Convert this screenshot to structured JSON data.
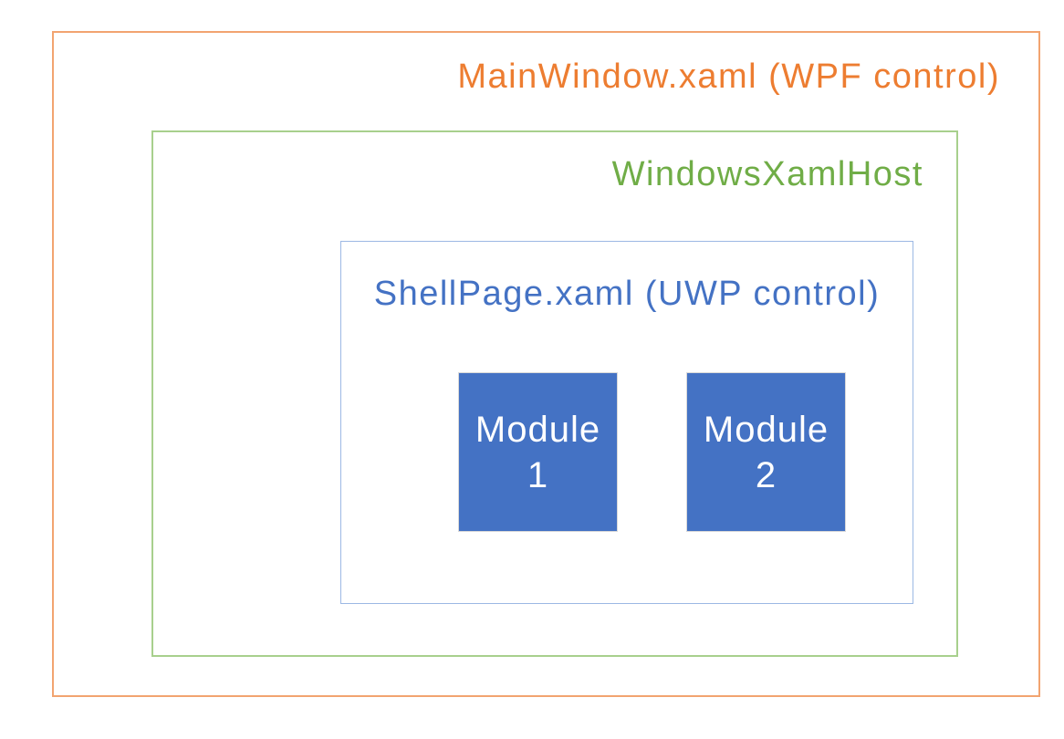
{
  "diagram": {
    "mainwindow": {
      "label": "MainWindow.xaml (WPF control)"
    },
    "xamlhost": {
      "label": "WindowsXamlHost"
    },
    "shellpage": {
      "label": "ShellPage.xaml (UWP control)"
    },
    "modules": [
      {
        "line1": "Module",
        "line2": "1"
      },
      {
        "line1": "Module",
        "line2": "2"
      }
    ]
  },
  "colors": {
    "mainwindow_text": "#ED7D31",
    "mainwindow_border": "#F2A470",
    "xamlhost_text": "#70AD47",
    "xamlhost_border": "#A8D08D",
    "shellpage_text": "#4472C4",
    "shellpage_border": "#9CB8E4",
    "module_fill": "#4472C4",
    "module_border": "#D9D9D9",
    "module_text": "#FFFFFF",
    "background": "#FFFFFF"
  }
}
